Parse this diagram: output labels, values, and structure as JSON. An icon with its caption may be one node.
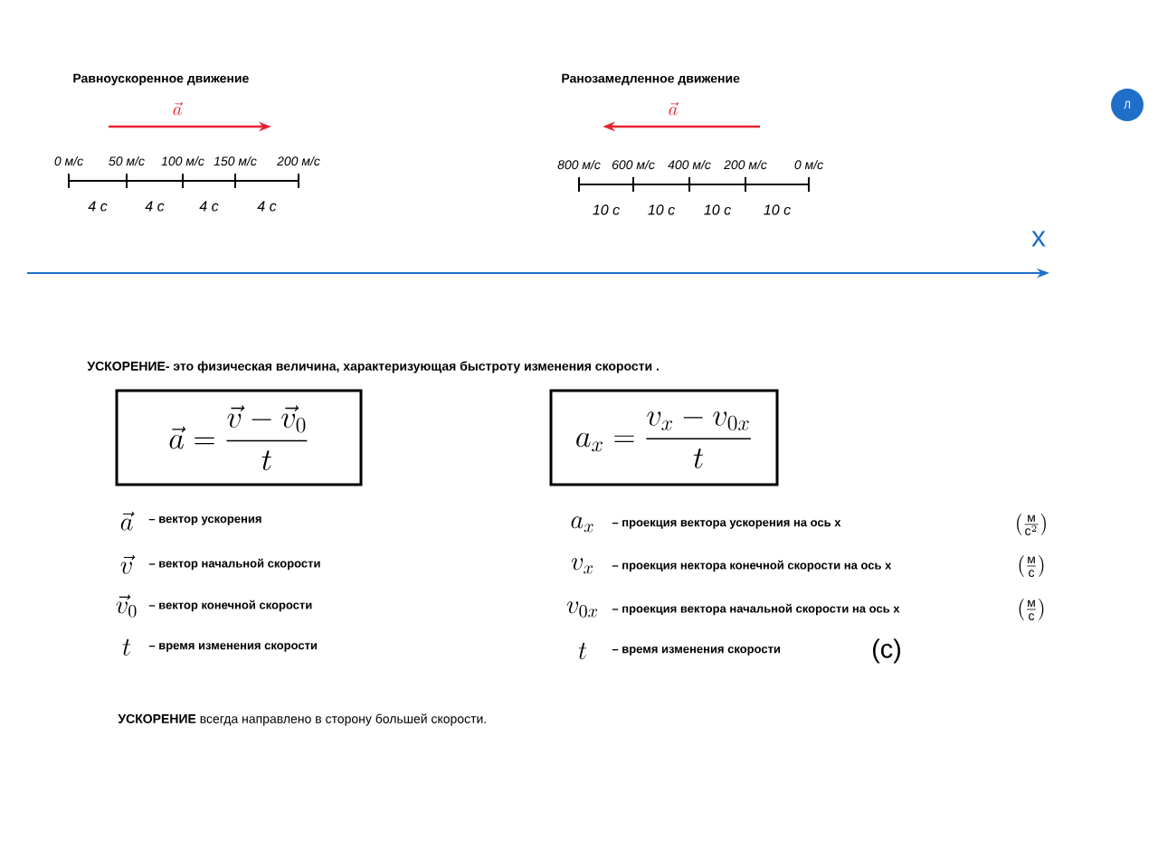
{
  "diagram": {
    "nodes": [
      {
        "text": [
          "\\vec{a} = \\frac{\\vec{v}-\\vec{v}_0}{t}"
        ]
      },
      {
        "text": [
          "a_x = \\frac{v_x - v_{0x}}{t}"
        ]
      },
      {
        "text": [
          "Л"
        ]
      }
    ],
    "labels": [
      "Равноускоренное движение",
      "\\vec{a}",
      "0 м/с",
      "50 м/с",
      "100 м/с",
      "150 м/с",
      "200 м/с",
      "4 с",
      "4 с",
      "4 с",
      "4 с",
      "Ранозамедленное движение",
      "\\vec{a}",
      "800 м/с",
      "600 м/с",
      "400 м/с",
      "200 м/с",
      "0 м/с",
      "10 с",
      "10 с",
      "10 с",
      "10 с",
      "x",
      "УСКОРЕНИЕ- это физическая величина, характеризующая быстроту изменения скорости .",
      "\\vec{a}",
      "– вектор ускорения",
      "\\vec{v}",
      "– вектор начальной скорости",
      "\\vec{v}_0",
      "– вектор конечной скорости",
      "t",
      "– время изменения скорости",
      "a_x",
      "– проекция вектора ускорения на ось x",
      "\\left(\\frac{\\text{м}}{\\text{с}^2}\\right)",
      "v_x",
      "– проекция нектора конечной скорости на ось x",
      "\\left(\\frac{\\text{м}}{\\text{с}}\\right)",
      "v_{0x}",
      "– проекция вектора начальной  скорости на ось x",
      "\\left(\\frac{\\text{м}}{\\text{с}}\\right)",
      "t",
      "– время изменения скорости",
      "(с)",
      "**УСКОРЕНИЕ** всегда  направлено в сторону большей скорости."
    ]
  }
}
